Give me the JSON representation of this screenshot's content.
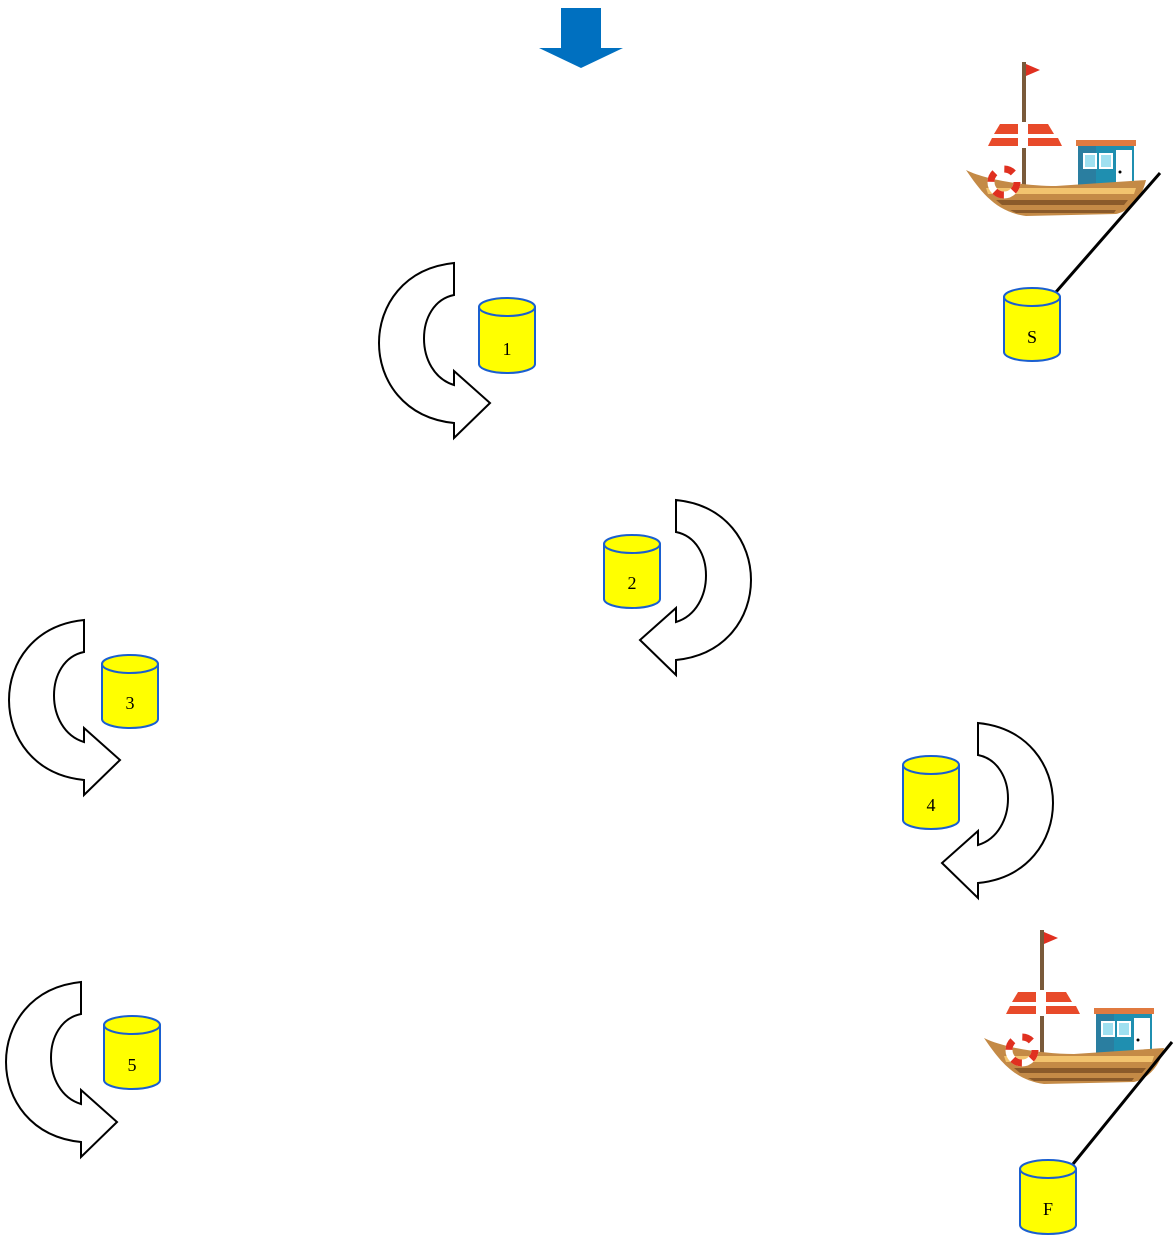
{
  "colors": {
    "background": "#ffffff",
    "buoy_fill": "#ffff00",
    "buoy_stroke": "#1a5fd0",
    "wind_arrow": "#0070c0",
    "turn_arrow_stroke": "#000000",
    "boat_hull": "#b07a3a",
    "boat_cabin": "#1f8fb0",
    "boat_stripes": "#e84a2a",
    "flag": "#e03020"
  },
  "wind_indicator": {
    "icon": "arrow-down-icon"
  },
  "start": {
    "label": "S",
    "icon": "boat-icon"
  },
  "finish": {
    "label": "F",
    "icon": "boat-icon"
  },
  "marks": [
    {
      "label": "1",
      "rounding": "counterclockwise-arrow-icon"
    },
    {
      "label": "2",
      "rounding": "clockwise-arrow-icon"
    },
    {
      "label": "3",
      "rounding": "counterclockwise-arrow-icon"
    },
    {
      "label": "4",
      "rounding": "clockwise-arrow-icon"
    },
    {
      "label": "5",
      "rounding": "counterclockwise-arrow-icon"
    }
  ]
}
